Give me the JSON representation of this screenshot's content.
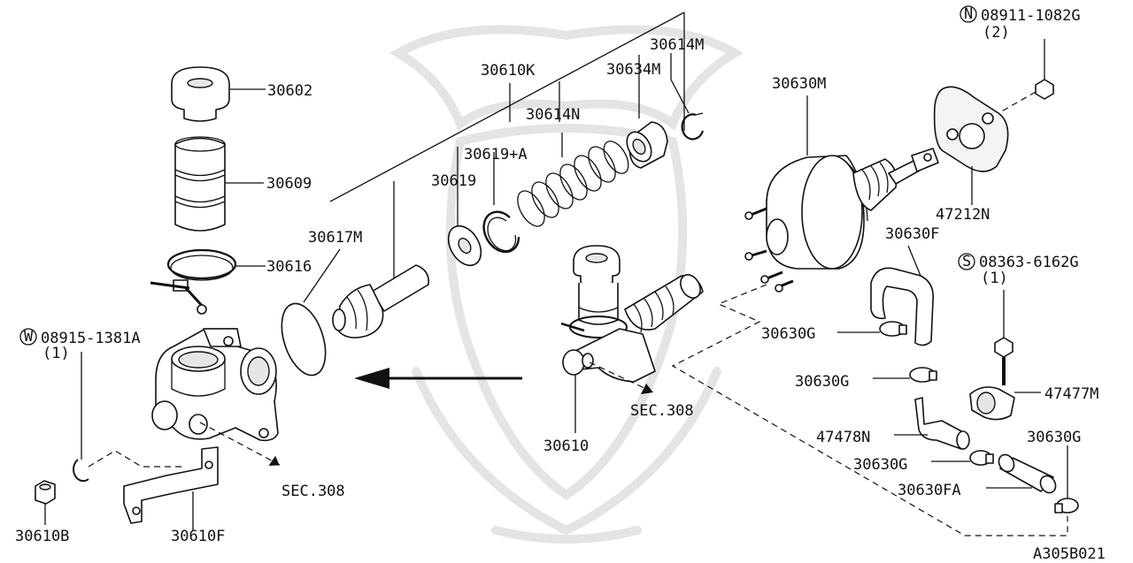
{
  "parts": {
    "p30602": "30602",
    "p30609": "30609",
    "p30616": "30616",
    "p30617M": "30617M",
    "p30619": "30619",
    "p30619A": "30619+A",
    "p30614N": "30614N",
    "p30610K": "30610K",
    "p30634M": "30634M",
    "p30614M": "30614M",
    "p30630M": "30630M",
    "p47212N": "47212N",
    "p30630F": "30630F",
    "p30630G_1": "30630G",
    "p30630G_2": "30630G",
    "p30630G_3": "30630G",
    "p30630G_4": "30630G",
    "p47477M": "47477M",
    "p47478N": "47478N",
    "p30630FA": "30630FA",
    "p30610": "30610",
    "p30610B": "30610B",
    "p30610F": "30610F"
  },
  "fasteners": {
    "nut": {
      "prefix": "N",
      "number": "08911-1082G",
      "qty": "(2)"
    },
    "washer": {
      "prefix": "W",
      "number": "08915-1381A",
      "qty": "(1)"
    },
    "screw": {
      "prefix": "S",
      "number": "08363-6162G",
      "qty": "(1)"
    }
  },
  "sections": {
    "sec_left": "SEC.308",
    "sec_right": "SEC.308"
  },
  "figure_code": "A305B021"
}
